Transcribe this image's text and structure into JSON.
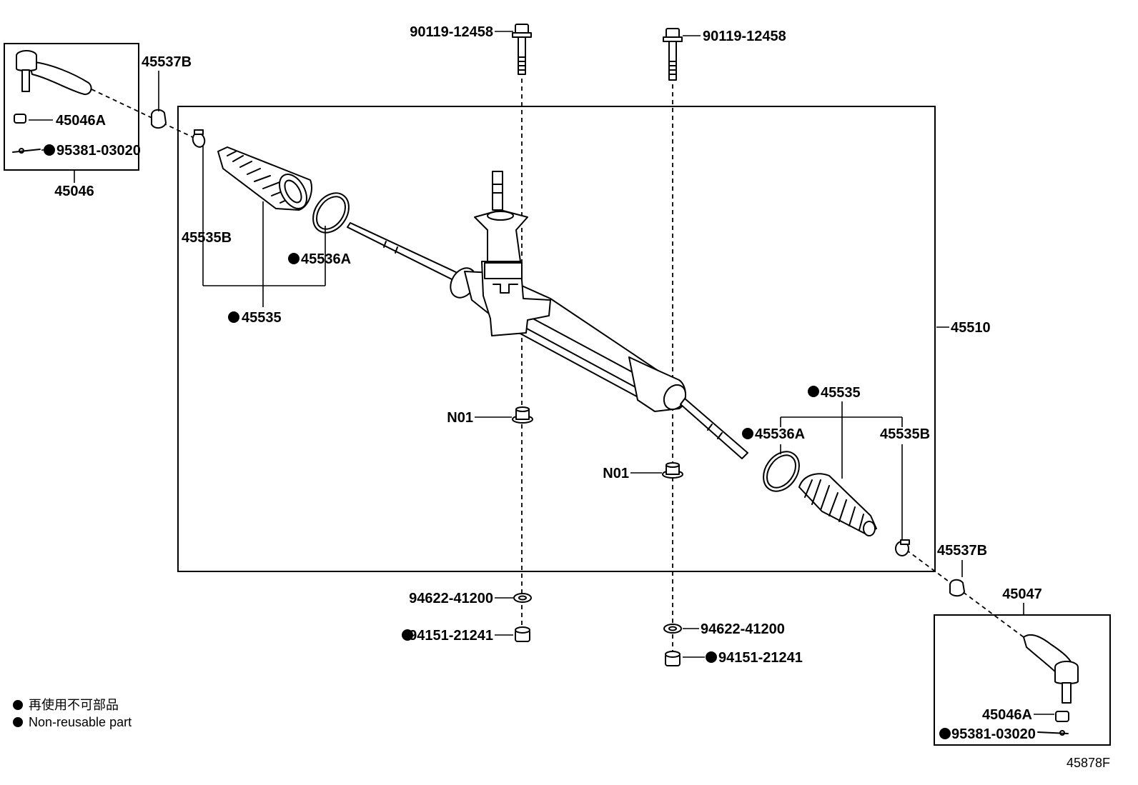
{
  "diagram": {
    "parts": {
      "tie_rod_end_lh": "45046",
      "tie_rod_end_rh": "45047",
      "tie_rod_end_nut": "45046A",
      "cotter_pin": "95381-03020",
      "boot_clip": "45537B",
      "steering_gear_assy": "45510",
      "bellows_set": "45535",
      "bellows_clip": "45536A",
      "bellows_band": "45535B",
      "bolt": "90119-12458",
      "nut_n01": "N01",
      "washer": "94622-41200",
      "nut": "94151-21241"
    },
    "figure_number": "45878F"
  },
  "legend": {
    "line_jp": "再使用不可部品",
    "line_en": "Non-reusable part"
  }
}
